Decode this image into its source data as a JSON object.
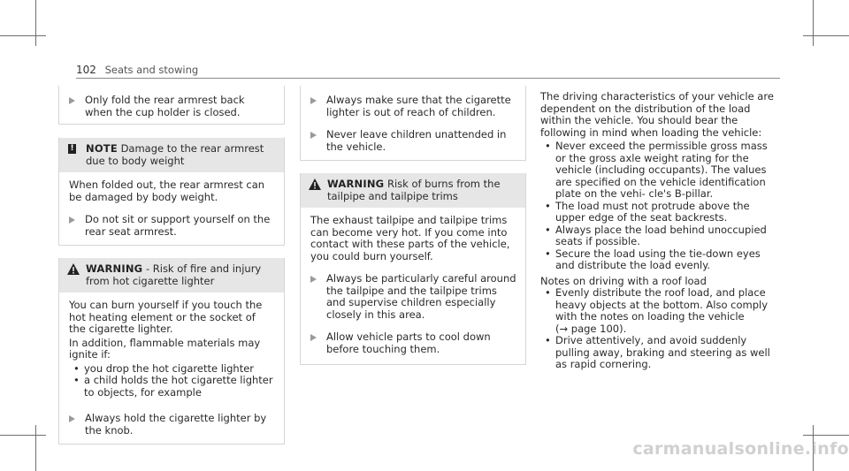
{
  "header": {
    "page_number": "102",
    "title": "Seats and stowing"
  },
  "col1": {
    "step1": "Only fold the rear armrest back when the cup holder is closed.",
    "notice_keyword": "NOTE",
    "notice_title": "Damage to the rear armrest due to body weight",
    "notice_body": "When folded out, the rear armrest can be damaged by body weight.",
    "notice_step": "Do not sit or support yourself on the rear seat armrest.",
    "warning_keyword": "WARNING",
    "warning_title": " - Risk of fire and injury from hot cigarette lighter",
    "warning_body1": "You can burn yourself if you touch the hot heating element or the socket of the cigarette lighter.",
    "warning_body2": "In addition, flammable materials may ignite if:",
    "bullets": [
      "you drop the hot cigarette lighter",
      "a child holds the hot cigarette lighter to objects, for example"
    ],
    "warning_step": "Always hold the cigarette lighter by the knob."
  },
  "col2": {
    "step1": "Always make sure that the cigarette lighter is out of reach of children.",
    "step2": "Never leave children unattended in the vehicle.",
    "warning_keyword": "WARNING",
    "warning_title": " Risk of burns from the tailpipe and tailpipe trims",
    "warning_body": "The exhaust tailpipe and tailpipe trims can become very hot. If you come into contact with these parts of the vehicle, you could burn yourself.",
    "warning_step1": "Always be particularly careful around the tailpipe and the tailpipe trims and supervise children especially closely in this area.",
    "warning_step2": "Allow vehicle parts to cool down before touching them."
  },
  "col3": {
    "intro": "The driving characteristics of your vehicle are dependent on the distribution of the load within the vehicle. You should bear the following in mind when loading the vehicle:",
    "bullets1": [
      "Never exceed the permissible gross mass or the gross axle weight rating for the vehicle (including occupants). The values are specified on the vehicle identification plate on the vehi- cle's B-pillar.",
      "The load must not protrude above the upper edge of the seat backrests.",
      "Always place the load behind unoccupied seats if possible.",
      "Secure the load using the tie-down eyes and distribute the load evenly."
    ],
    "notes_heading": "Notes on driving with a roof load",
    "bullet_roof": "Evenly distribute the roof load, and place heavy objects at the bottom. Also comply with the notes on loading the vehicle",
    "page_ref": "(→ page 100).",
    "bullet_drive": "Drive attentively, and avoid suddenly pulling away, braking and steering as well as rapid cornering."
  },
  "watermark": "carmanualsonline.info",
  "colors": {
    "text": "#2a2a2a",
    "shade": "#e6e6e6",
    "border": "#d6d6d6",
    "arrow": "#9a9a9a"
  }
}
